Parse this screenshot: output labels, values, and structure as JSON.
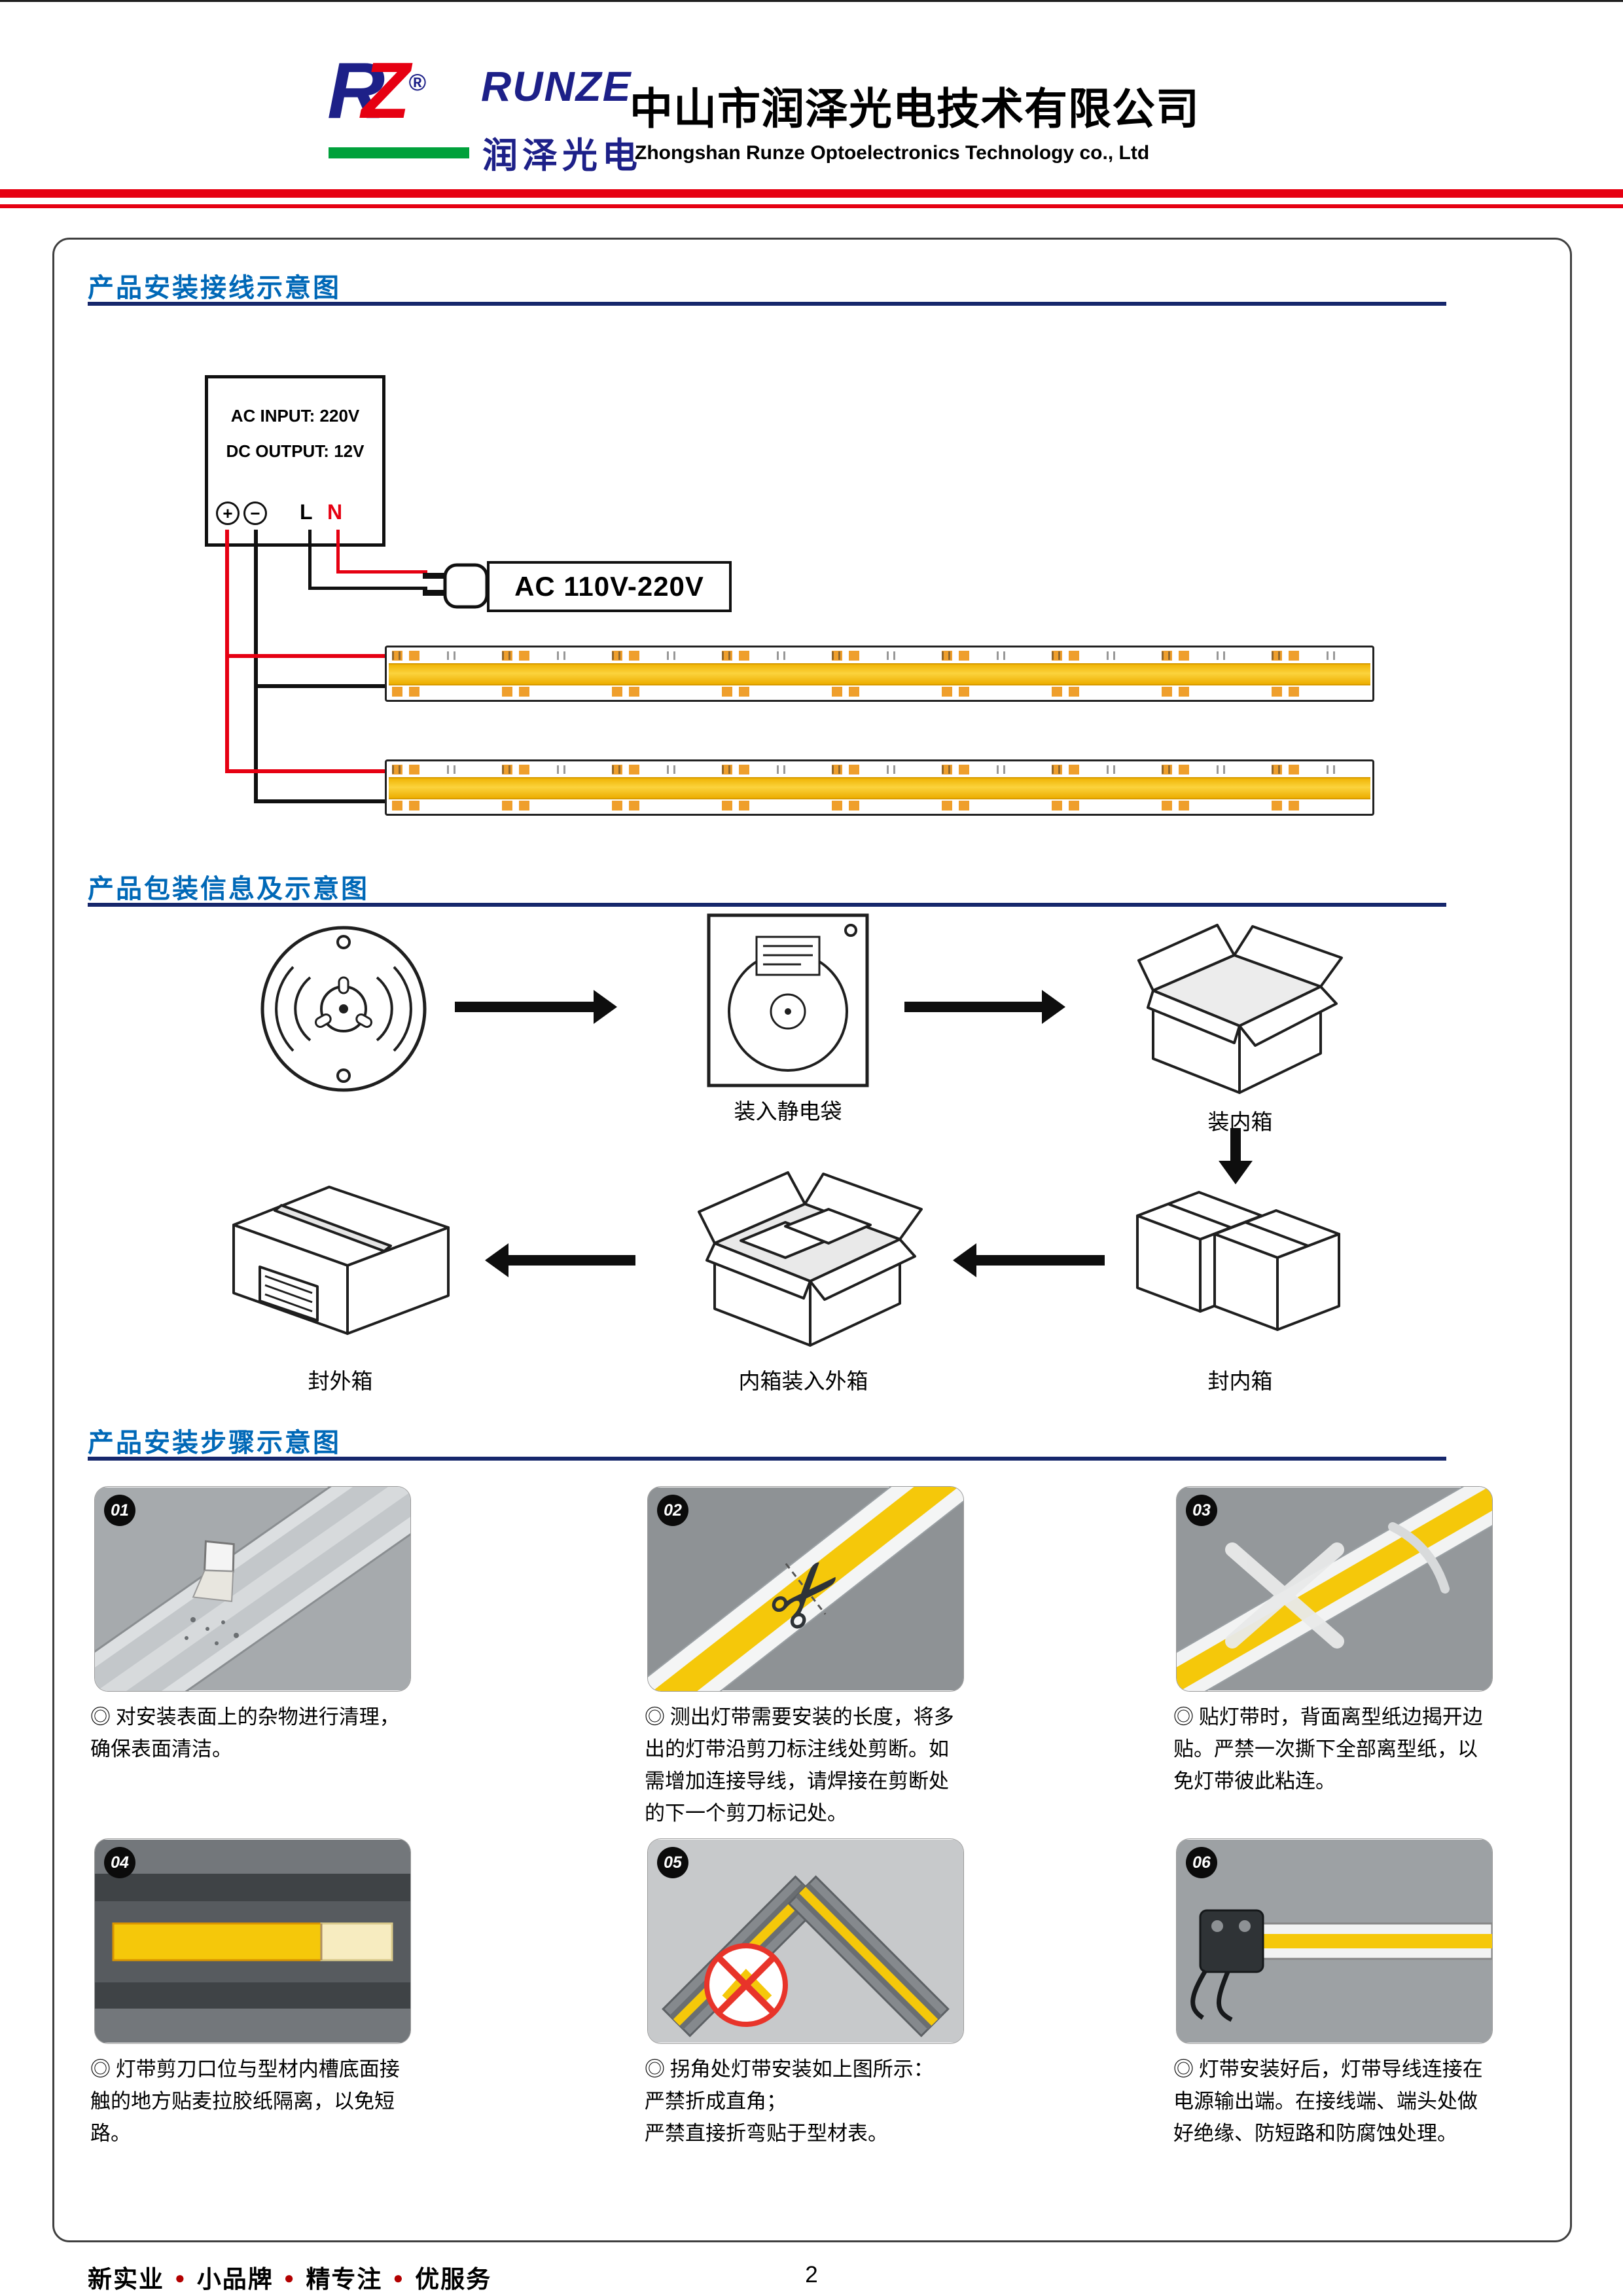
{
  "colors": {
    "accent_blue": "#0068b7",
    "underline_navy": "#16276c",
    "brand_red": "#e60012",
    "brand_blue": "#1d2088",
    "brand_green": "#00a13b",
    "strip_yellow": "#f3bb0a"
  },
  "icons": {
    "scissors": "✂"
  },
  "header": {
    "logo": {
      "r": "R",
      "z": "Z",
      "reg": "®",
      "brand_en": "RUNZE",
      "brand_cn": "润泽光电"
    },
    "company_cn": "中山市润泽光电技术有限公司",
    "company_en": "Zhongshan Runze Optoelectronics Technology co., Ltd"
  },
  "wiring": {
    "title": "产品安装接线示意图",
    "psu": {
      "line1": "AC INPUT: 220V",
      "line2": "DC OUTPUT: 12V",
      "plus": "+",
      "minus": "−",
      "l": "L",
      "n": "N"
    },
    "ac_box": "AC 110V-220V"
  },
  "packaging": {
    "title": "产品包装信息及示意图",
    "labels": {
      "bag": "装入静电袋",
      "inner_open": "装内箱",
      "inner_sealed": "封内箱",
      "outer_fill": "内箱装入外箱",
      "outer_sealed": "封外箱"
    }
  },
  "install": {
    "title": "产品安装步骤示意图",
    "steps": [
      {
        "num": "01",
        "caption": "◎  对安装表面上的杂物进行清理，确保表面清洁。"
      },
      {
        "num": "02",
        "caption": "◎  测出灯带需要安装的长度，将多出的灯带沿剪刀标注线处剪断。如需增加连接导线，请焊接在剪断处的下一个剪刀标记处。"
      },
      {
        "num": "03",
        "caption": "◎  贴灯带时，背面离型纸边揭开边贴。严禁一次撕下全部离型纸，以免灯带彼此粘连。"
      },
      {
        "num": "04",
        "caption": "◎  灯带剪刀口位与型材内槽底面接触的地方贴麦拉胶纸隔离，以免短路。"
      },
      {
        "num": "05",
        "caption": "◎  拐角处灯带安装如上图所示：\n严禁折成直角；\n严禁直接折弯贴于型材表。"
      },
      {
        "num": "06",
        "caption": "◎  灯带安装好后，灯带导线连接在电源输出端。在接线端、端头处做好绝缘、防短路和防腐蚀处理。"
      }
    ]
  },
  "footer": {
    "bullet": "●",
    "parts": [
      "新实业",
      "小品牌",
      "精专注",
      "优服务"
    ],
    "page": "2"
  }
}
